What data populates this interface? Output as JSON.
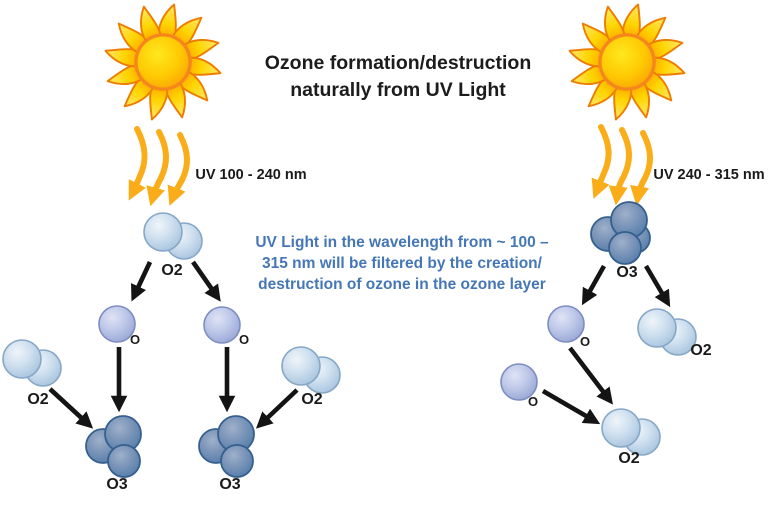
{
  "title": {
    "line1": "Ozone formation/destruction",
    "line2": "naturally from UV Light"
  },
  "caption": {
    "lines": [
      "UV Light in the wavelength from ~ 100 –",
      "315 nm will be filtered by the creation/",
      "destruction of ozone in the ozone layer"
    ]
  },
  "left_panel": {
    "uv_label": "UV 100 - 240 nm",
    "o2_top": "O2",
    "o_left": "O",
    "o_right": "O",
    "o3_left": "O3",
    "o3_right": "O3",
    "o2_side_left": "O2",
    "o2_side_right": "O2"
  },
  "right_panel": {
    "uv_label": "UV 240 - 315 nm",
    "o3_top": "O3",
    "o_product": "O",
    "o2_product": "O2",
    "o_free": "O",
    "o2_bottom": "O2"
  },
  "colors": {
    "caption_blue": "#4577b6",
    "uv_arrow_gold": "#faad18",
    "reaction_arrow_black": "#141414",
    "o2_light_blue": "#a9c6e0",
    "o_periwinkle": "#9aa7d6",
    "o3_steel_blue": "#4c78a7",
    "sun_orange": "#f5861c",
    "sun_yellow": "#ffd900"
  }
}
